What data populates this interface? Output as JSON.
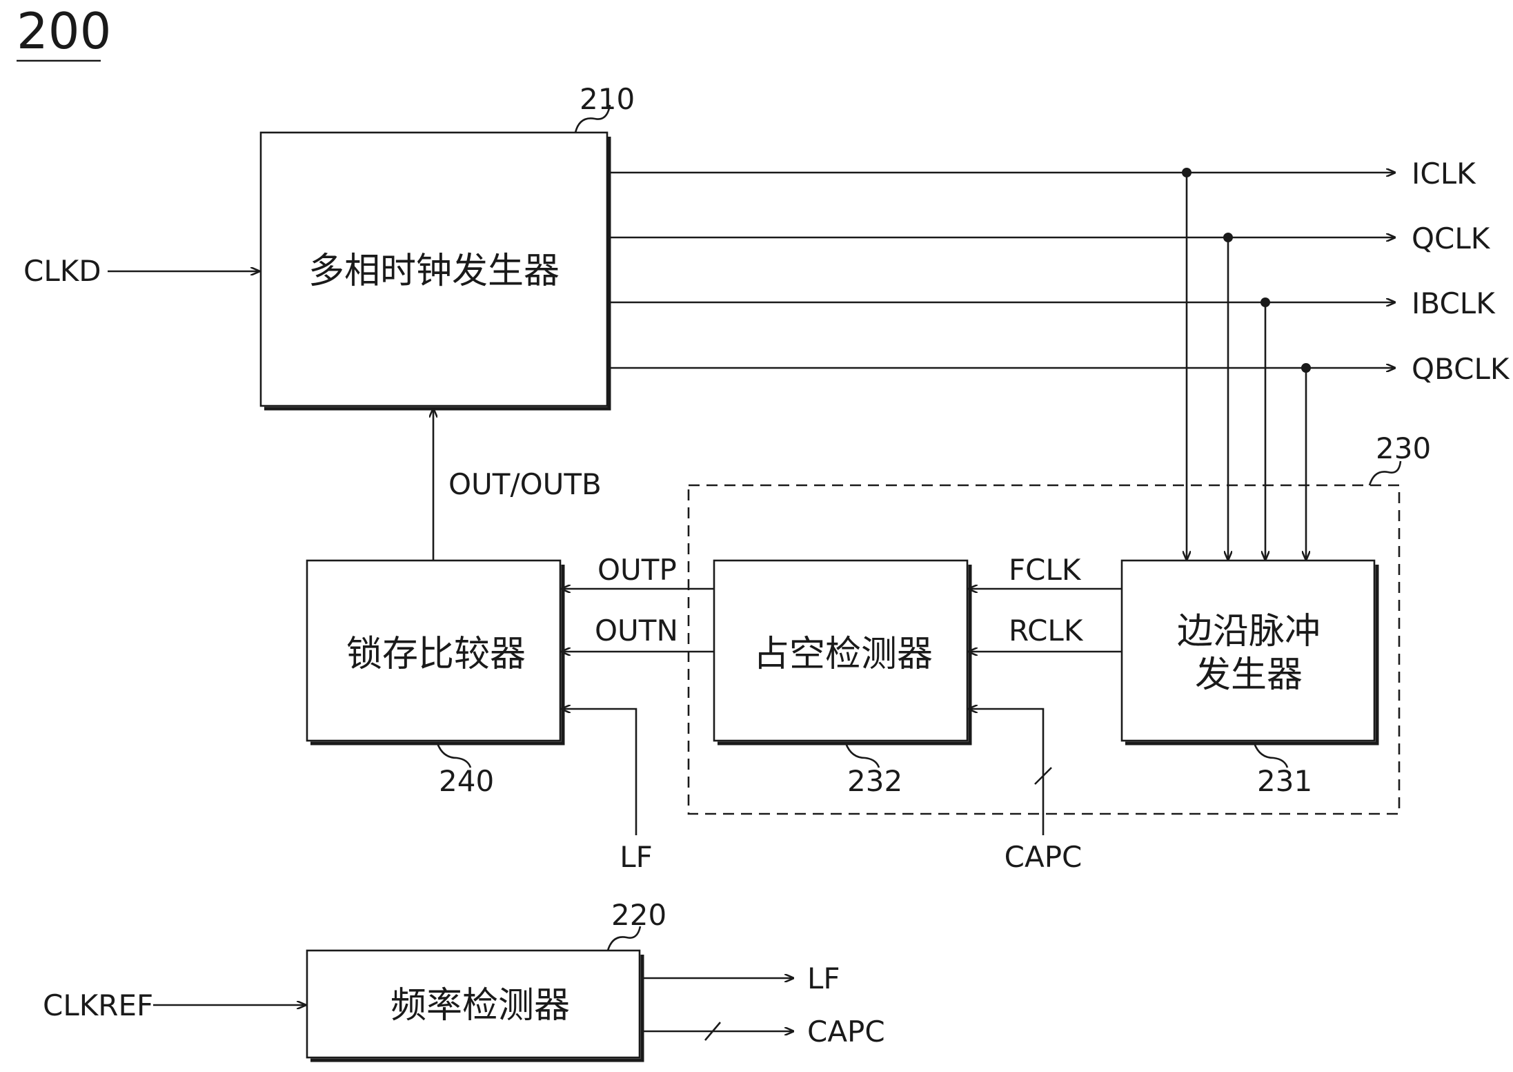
{
  "figure_number": "200",
  "blocks": {
    "multiphase_clock_generator": {
      "label": "多相时钟发生器",
      "ref": "210"
    },
    "frequency_detector": {
      "label": "频率检测器",
      "ref": "220"
    },
    "duty_correction_unit": {
      "ref": "230"
    },
    "edge_pulse_generator": {
      "label_line1": "边沿脉冲",
      "label_line2": "发生器",
      "ref": "231"
    },
    "duty_detector": {
      "label": "占空检测器",
      "ref": "232"
    },
    "latch_comparator": {
      "label": "锁存比较器",
      "ref": "240"
    }
  },
  "signals": {
    "clkd": "CLKD",
    "iclk": "ICLK",
    "qclk": "QCLK",
    "ibclk": "IBCLK",
    "qbclk": "QBCLK",
    "out_outb": "OUT/OUTB",
    "outp": "OUTP",
    "outn": "OUTN",
    "fclk": "FCLK",
    "rclk": "RCLK",
    "lf_in": "LF",
    "capc_in": "CAPC",
    "clkref": "CLKREF",
    "lf_out": "LF",
    "capc_out": "CAPC"
  }
}
